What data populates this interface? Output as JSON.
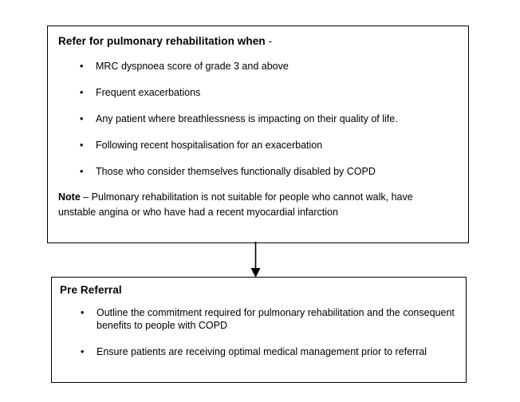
{
  "diagram": {
    "title": "COPD pulmonary rehabilitation referral flowchart",
    "background_color": "#ffffff",
    "line_color": "#000000",
    "text_color": "#000000"
  },
  "boxes": {
    "refer": {
      "heading": "Refer for pulmonary rehabilitation when",
      "heading_suffix": " -",
      "bullet_marker": "•",
      "bullets": [
        "MRC dyspnoea score of grade 3 and above",
        "Frequent exacerbations",
        "Any patient where breathlessness is impacting on their quality of life.",
        "Following recent hospitalisation for an exacerbation",
        "Those who consider themselves functionally disabled by COPD"
      ],
      "note_label": "Note",
      "note_text": " – Pulmonary rehabilitation is not suitable for people who cannot walk, have unstable angina or who have had a recent myocardial infarction"
    },
    "pre_referral": {
      "heading": "Pre Referral",
      "bullet_marker": "•",
      "bullets": [
        "Outline the commitment required for pulmonary rehabilitation and the consequent benefits to people with COPD",
        "Ensure patients are receiving optimal medical management prior to referral"
      ]
    }
  },
  "connector": {
    "name": "downward-arrow",
    "from": "refer",
    "to": "pre_referral"
  }
}
